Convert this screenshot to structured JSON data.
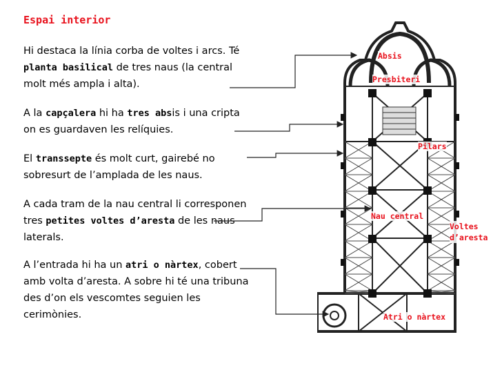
{
  "title": "Espai interior",
  "paragraphs": {
    "p1": {
      "t1": "Hi destaca la línia corba de voltes i arcs. Té ",
      "b1": "planta basilical",
      "t2": " de tres naus (la central molt més ampla i alta)."
    },
    "p2": {
      "t1": "A la ",
      "b1": "capçalera",
      "t2": " hi ha ",
      "b2": "tres abs",
      "t3": "is i una cripta on es guardaven les relíquies."
    },
    "p3": {
      "t1": "El ",
      "b1": "transsepte",
      "t2": " és molt curt, gairebé no sobresurt de l’amplada de les naus."
    },
    "p4": {
      "t1": "A cada tram de la nau central li corresponen tres ",
      "b1": "petites voltes d’aresta",
      "t2": " de les naus laterals."
    },
    "p5": {
      "t1": "A l’entrada hi ha un ",
      "b1": "atri o nàrtex",
      "t2": ", cobert amb volta d’aresta. A sobre hi té una tribuna des d’on els vescomtes seguien les cerimònies."
    }
  },
  "labels": {
    "absis": "Absis",
    "presbiteri": "Presbiteri",
    "pilars": "Pilars",
    "nau_central": "Nau central",
    "voltes": "Voltes d’aresta",
    "atri": "Atri o nàrtex"
  },
  "colors": {
    "accent": "#e8101b",
    "text": "#000000"
  }
}
